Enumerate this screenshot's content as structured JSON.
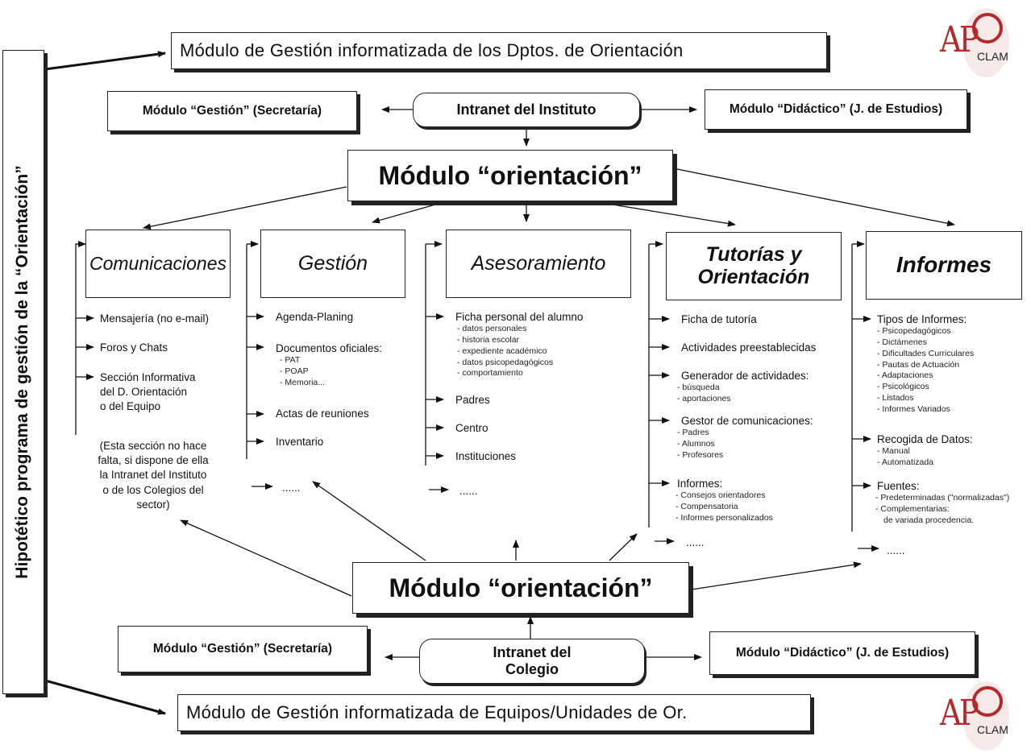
{
  "side_title": "Hipotético programa de gestión de la “Orientación”",
  "top_title": "Módulo de Gestión informatizada de los Dptos. de Orientación",
  "bottom_title": "Módulo de Gestión informatizada de Equipos/Unidades de Or.",
  "logo": {
    "letters": "AP",
    "sub": "CLAM",
    "color": "#b22a2a"
  },
  "top_row": {
    "left": "Módulo “Gestión” (Secretaría)",
    "center": "Intranet del Instituto",
    "right": "Módulo “Didáctico” (J. de Estudios)"
  },
  "modulo_top": "Módulo “orientación”",
  "modulo_bottom": "Módulo “orientación”",
  "bottom_row": {
    "left": "Módulo “Gestión” (Secretaría)",
    "center_line1": "Intranet del",
    "center_line2": "Colegio",
    "right": "Módulo “Didáctico” (J. de Estudios)"
  },
  "columns": {
    "comunicaciones": {
      "title": "Comunicaciones",
      "items": [
        "Mensajería (no e-mail)",
        "Foros y Chats",
        "Sección Informativa",
        "del D. Orientación",
        "o del Equipo"
      ],
      "note": [
        "(Esta sección no hace",
        "falta, si dispone de ella",
        "la Intranet del Instituto",
        "o de los Colegios del",
        "sector)"
      ],
      "more": "......"
    },
    "gestion": {
      "title": "Gestión",
      "items": [
        "Agenda-Planing",
        "Documentos oficiales:",
        "Actas de reuniones",
        "Inventario"
      ],
      "subitems": [
        "- PAT",
        "- POAP",
        "- Memoria..."
      ],
      "more": "......"
    },
    "asesoramiento": {
      "title": "Asesoramiento",
      "items": [
        "Ficha personal del alumno",
        "Padres",
        "Centro",
        "Instituciones"
      ],
      "subitems": [
        "- datos personales",
        "- historia escolar",
        "- expediente académico",
        "- datos psicopedagógicos",
        "- comportamiento"
      ],
      "more": "......"
    },
    "tutorias": {
      "title_line1": "Tutorías y",
      "title_line2": "Orientación",
      "items": [
        "Ficha de tutoría",
        "Actividades preestablecidas",
        "Generador de actividades:",
        "Gestor de comunicaciones:",
        "Informes:"
      ],
      "sub_generador": [
        "- búsqueda",
        "- aportaciones"
      ],
      "sub_gestor": [
        "- Padres",
        "- Alumnos",
        "- Profesores"
      ],
      "sub_informes": [
        "- Consejos orientadores",
        "- Compensatoria",
        "- Informes personalizados"
      ],
      "more": "......"
    },
    "informes": {
      "title": "Informes",
      "items": [
        "Tipos de Informes:",
        "Recogida de Datos:",
        "Fuentes:"
      ],
      "sub_tipos": [
        "- Psicopedagógicos",
        "- Dictámenes",
        "- Dificultades Curriculares",
        "- Pautas de Actuación",
        "- Adaptaciones",
        "- Psicológicos",
        "- Listados",
        "- Informes Variados"
      ],
      "sub_recogida": [
        "- Manual",
        "- Automatizada"
      ],
      "sub_fuentes": [
        "- Predeterminadas (\"normalizadas\")",
        "- Complementarias:",
        "  de variada procedencia."
      ],
      "more": "......"
    }
  }
}
